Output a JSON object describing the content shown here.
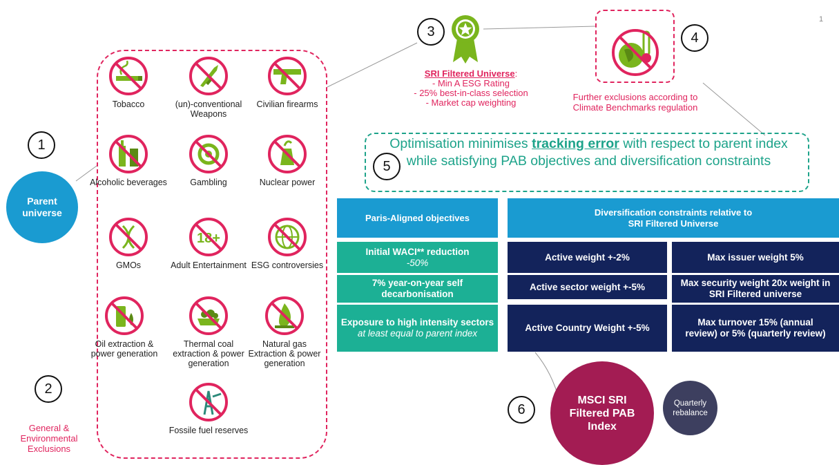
{
  "page_number": "1",
  "steps": [
    "1",
    "2",
    "3",
    "4",
    "5",
    "6"
  ],
  "parent_universe": "Parent universe",
  "general_exclusions_label": "General & Environmental Exclusions",
  "exclusions": [
    {
      "label": "Tobacco",
      "icon": "tobacco-icon"
    },
    {
      "label": "(un)-conventional Weapons",
      "icon": "weapons-icon"
    },
    {
      "label": "Civilian firearms",
      "icon": "firearm-icon"
    },
    {
      "label": "Alcoholic beverages",
      "icon": "alcohol-icon"
    },
    {
      "label": "Gambling",
      "icon": "gambling-icon"
    },
    {
      "label": "Nuclear power",
      "icon": "nuclear-icon"
    },
    {
      "label": "GMOs",
      "icon": "gmo-icon"
    },
    {
      "label": "Adult Entertainment",
      "icon": "adult-icon"
    },
    {
      "label": "ESG controversies",
      "icon": "globe-icon"
    },
    {
      "label": "Oil extraction & power generation",
      "icon": "oil-icon"
    },
    {
      "label": "Thermal coal extraction & power generation",
      "icon": "coal-icon"
    },
    {
      "label": "Natural gas Extraction & power generation",
      "icon": "gas-icon"
    },
    {
      "label": "Fossile fuel reserves",
      "icon": "oil-rig-icon"
    }
  ],
  "sri": {
    "title": "SRI Filtered Universe",
    "bullets": [
      "- Min A ESG Rating",
      "-   25% best-in-class selection",
      "-   Market cap weighting"
    ]
  },
  "climate_text": "Further exclusions according to Climate Benchmarks regulation",
  "optimisation": {
    "before": "Optimisation minimises ",
    "emphasis": "tracking error",
    "after": " with respect to parent index while satisfying PAB objectives and diversification constraints"
  },
  "paris_header": "Paris-Aligned objectives",
  "diversification_header": "Diversification constraints relative to SRI Filtered Universe",
  "paris_objectives": [
    {
      "main": "Initial WACI** reduction",
      "sub": "-50%"
    },
    {
      "main": "7% year-on-year self decarbonisation",
      "sub": ""
    },
    {
      "main": "Exposure to high intensity sectors",
      "sub": "at least equal to parent index"
    }
  ],
  "constraints_left": [
    "Active weight +-2%",
    "Active sector weight +-5%",
    "Active Country Weight +-5%"
  ],
  "constraints_right": [
    "Max issuer weight 5%",
    "Max security weight 20x weight in SRI Filtered universe",
    "Max turnover 15% (annual review) or 5% (quarterly review)"
  ],
  "final_index": "MSCI SRI Filtered PAB Index",
  "rebalance": "Quarterly rebalance",
  "colors": {
    "exclusion_red": "#e0245e",
    "icon_green": "#7ab51d",
    "blue": "#1a9bd1",
    "teal": "#1cb095",
    "navy": "#13235b",
    "magenta": "#a31c53",
    "grey_purple": "#3d3f5f"
  }
}
